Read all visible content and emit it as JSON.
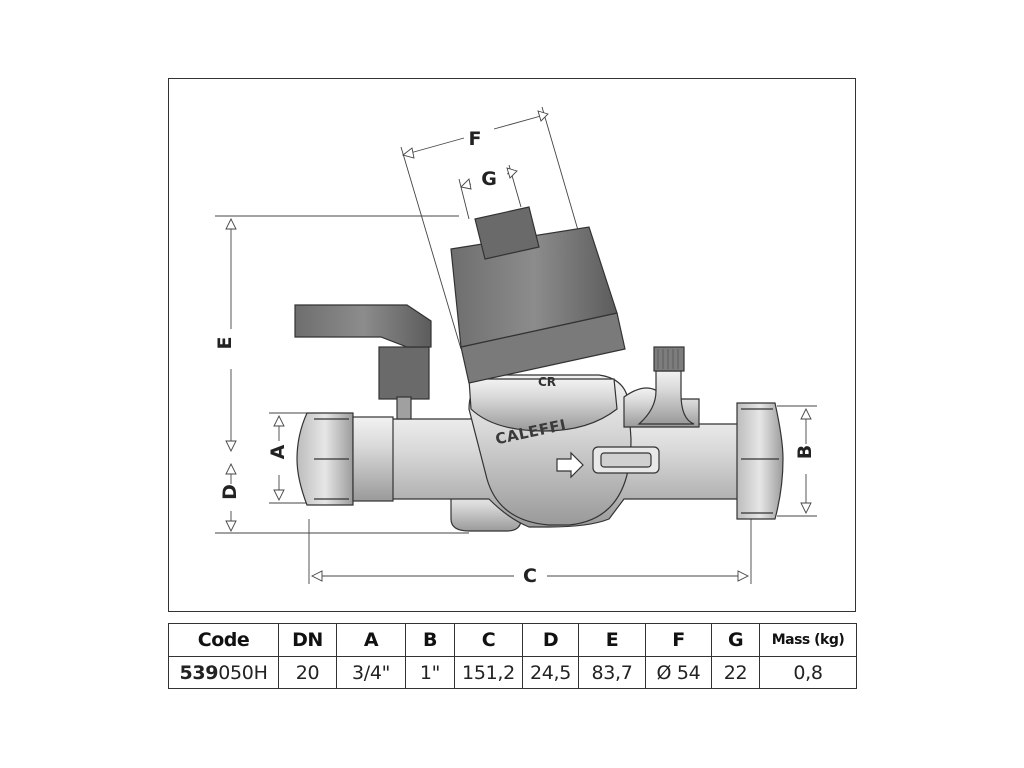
{
  "figure": {
    "dimension_labels": {
      "a": "A",
      "b": "B",
      "c": "C",
      "d": "D",
      "e": "E",
      "f": "F",
      "g": "G"
    },
    "brand_label": "CALEFFI",
    "certification_mark": "CR"
  },
  "table": {
    "headers": [
      "Code",
      "DN",
      "A",
      "B",
      "C",
      "D",
      "E",
      "F",
      "G",
      "Mass (kg)"
    ],
    "row": {
      "code_prefix": "539",
      "code_suffix": "050H",
      "dn": "20",
      "a": "3/4\"",
      "b": "1\"",
      "c": "151,2",
      "d": "24,5",
      "e": "83,7",
      "f": "Ø 54",
      "g": "22",
      "mass": "0,8"
    }
  }
}
